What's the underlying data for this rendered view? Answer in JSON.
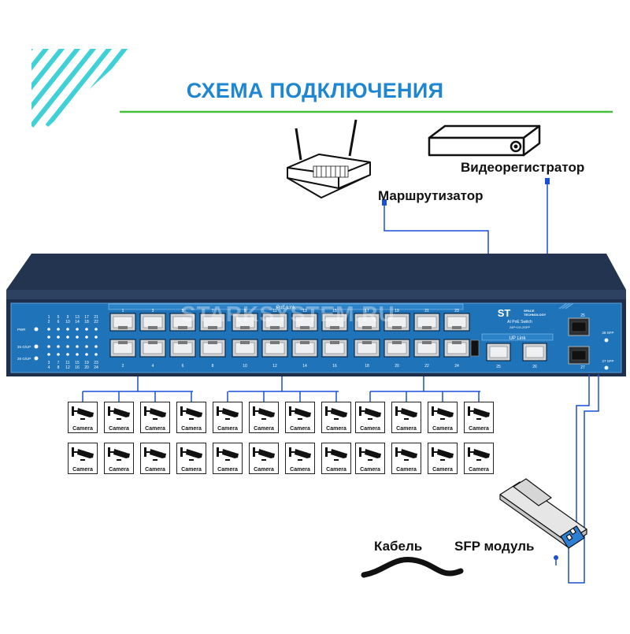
{
  "title": "СХЕМА ПОДКЛЮЧЕНИЯ",
  "labels": {
    "router": "Маршрутизатор",
    "dvr": "Видеорегистратор",
    "cable": "Кабель",
    "sfp": "SFP модуль"
  },
  "switch": {
    "watermark": "STARKSYSTEM.RU",
    "poe_link": "PoE Link",
    "up_link": "UP Link",
    "brand_logo": "ST",
    "brand_name_1": "SPACE",
    "brand_name_2": "TECHNOLOGY",
    "model_line_1": "AI PoE Switch",
    "model_line_2": "24P+2G-2SFP",
    "led_labels": [
      "PWR",
      "25 G/UP",
      "26 G/UP"
    ],
    "led_top_numbers": [
      "1",
      "5",
      "9",
      "13",
      "17",
      "21",
      "2",
      "6",
      "10",
      "14",
      "18",
      "22"
    ],
    "led_bottom_numbers": [
      "3",
      "7",
      "11",
      "15",
      "19",
      "23",
      "4",
      "8",
      "12",
      "16",
      "20",
      "24"
    ],
    "port_top_numbers": [
      "1",
      "3",
      "5",
      "7",
      "9",
      "11",
      "13",
      "15",
      "17",
      "19",
      "21",
      "23"
    ],
    "port_bottom_numbers": [
      "2",
      "4",
      "6",
      "8",
      "10",
      "12",
      "14",
      "16",
      "18",
      "20",
      "22",
      "24"
    ],
    "uplink_numbers": [
      "25",
      "26"
    ],
    "sfp_numbers": [
      "25",
      "27"
    ],
    "sfp_labels": [
      "28 SFP",
      "27 SFP"
    ]
  },
  "cameras": {
    "label": "Camera",
    "count": 24
  },
  "colors": {
    "title": "#1f86d1",
    "switch_body": "#1d2f4a",
    "panel": "#1e73b9",
    "connector": "#1a4fd6",
    "stripes": "#3fd0d8"
  }
}
